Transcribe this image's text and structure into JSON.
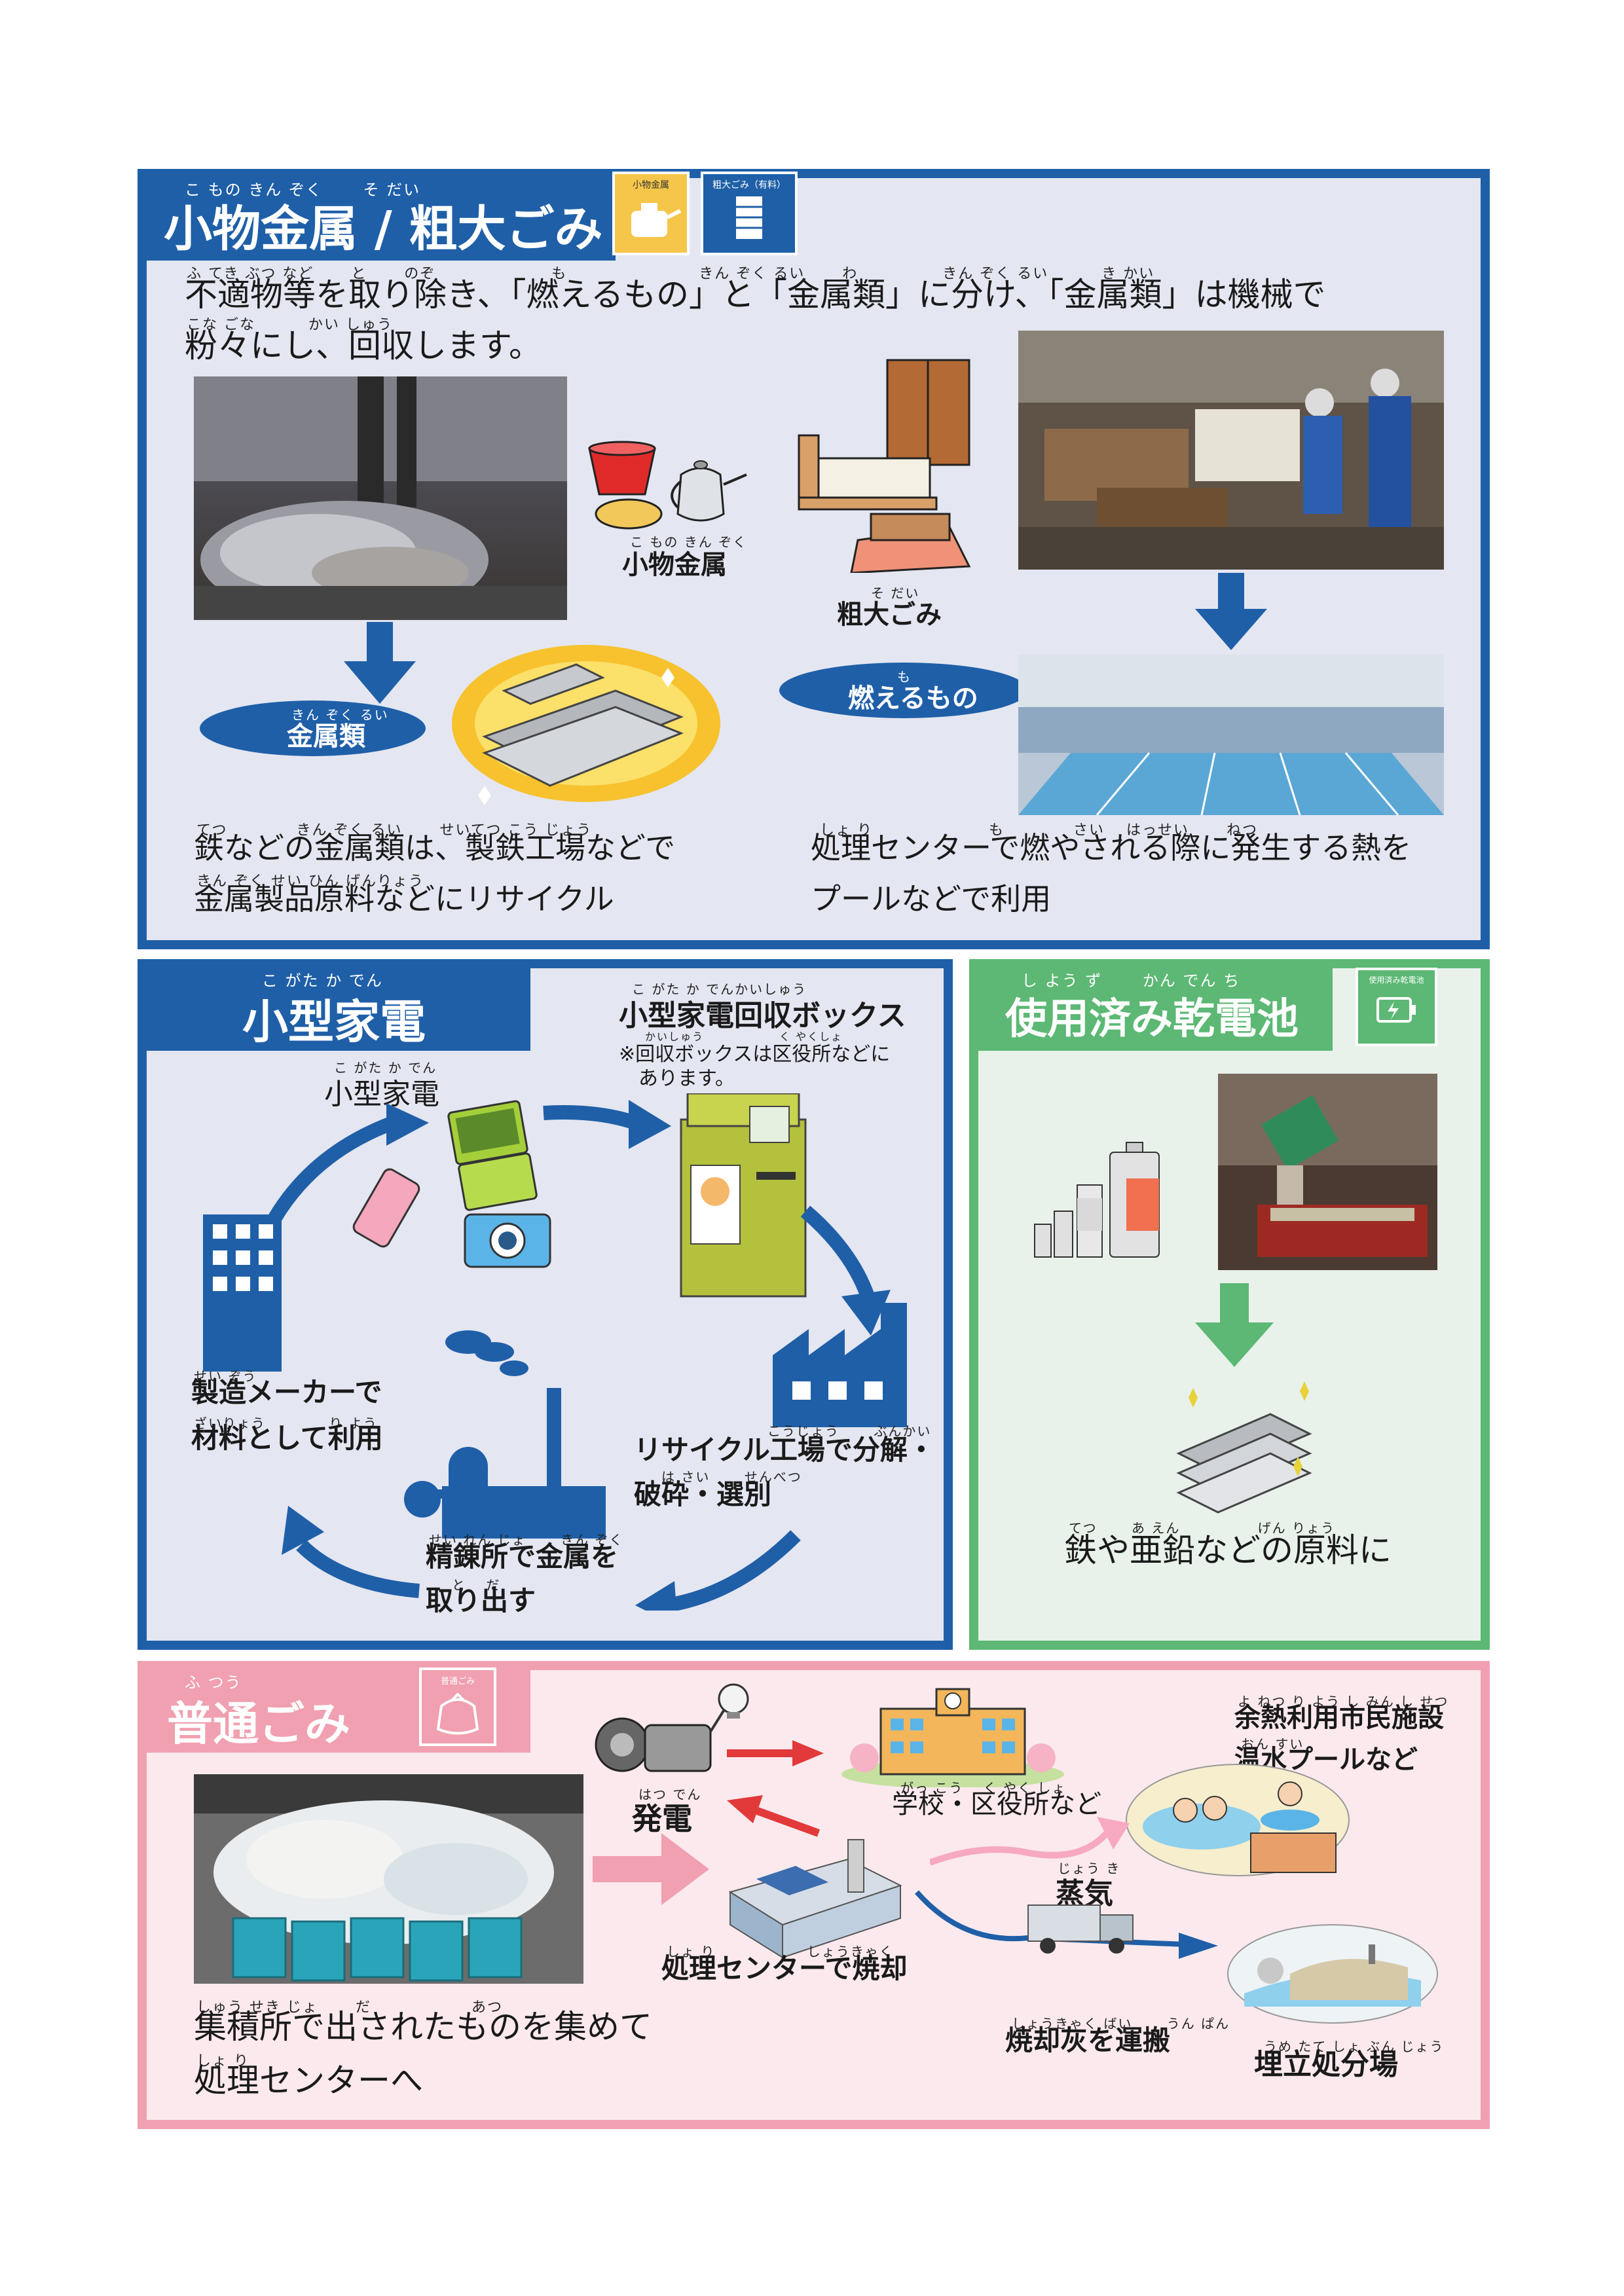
{
  "section1": {
    "title": "小物金属 / 粗大ごみ",
    "title_ruby": "こ もの きん ぞく　　 そ だい",
    "intro_ruby1": "ふ てき ぶつ など　　 と　　 のぞ　　　　　　　 も　　　　　　　　 きん ぞく るい　　 わ　　　　　 きん ぞく るい　　　 き かい",
    "intro_line1": "不適物等を取り除き、「燃えるもの」と「金属類」に分け、「金属類」は機械で",
    "intro_ruby2": "こな ごな　　　 かい しゅう",
    "intro_line2": "粉々にし、回収します。",
    "badge_small_metal": "小物金属",
    "badge_bulky": "粗大ごみ（有料）",
    "small_metal_label": "小物金属",
    "small_metal_ruby": "こ もの きん ぞく",
    "bulky_label": "粗大ごみ",
    "bulky_ruby": "そ だい",
    "metals_ellipse": "金属類",
    "metals_ruby": "きん ぞく るい",
    "burnables_ellipse": "燃えるもの",
    "burnables_ruby": "も",
    "left_ruby1": "てつ　　　　 きん ぞく るい　　 せいてつ こう じょう",
    "left_line1": "鉄などの金属類は、製鉄工場などで",
    "left_ruby2": "きん ぞく せい ひん げんりょう",
    "left_line2": "金属製品原料などにリサイクル",
    "right_ruby1": "しょ り　　　　　　　 も　　　　 さい　 はっせい　　 ねつ",
    "right_line1": "処理センターで燃やされる際に発生する熱を",
    "right_line2": "プールなどで利用"
  },
  "section2": {
    "title": "小型家電",
    "title_ruby": "こ がた か でん",
    "box_title": "小型家電回収ボックス",
    "box_ruby": "こ がた か でんかいしゅう",
    "box_note_ruby": "かいしゅう　　　　　　 く やくしょ",
    "box_note1": "※回収ボックスは区役所などに",
    "box_note2": "あります。",
    "appliance_label": "小型家電",
    "appliance_ruby": "こ がた か でん",
    "maker_ruby1": "せい ぞう",
    "maker_line1": "製造メーカーで",
    "maker_ruby2": "ざいりょう　　　　 り よう",
    "maker_line2": "材料として利用",
    "factory_ruby1": "こうじょう　　 ぶんかい",
    "factory_line1": "リサイクル工場で分解・",
    "factory_ruby2": "は さい　　 せんべつ",
    "factory_line2": "破砕・選別",
    "refinery_ruby1": "せい れん じょ　　 きん ぞく",
    "refinery_line1": "精錬所で金属を",
    "refinery_ruby2": "と　 だ",
    "refinery_line2": "取り出す"
  },
  "section3": {
    "title": "使用済み乾電池",
    "title_ruby": "し よう ず　　 かん でん ち",
    "badge_label": "使用済み乾電池",
    "result_ruby": "てつ　　 あ えん　　　　　 げん りょう",
    "result_text": "鉄や亜鉛などの原料に"
  },
  "section4": {
    "title": "普通ごみ",
    "title_ruby": "ふ つう",
    "badge_label": "普通ごみ",
    "power_label": "発電",
    "power_ruby": "はつ でん",
    "school_ruby": "がっ こう　 く やく しょ",
    "school_label": "学校・区役所など",
    "facility_ruby1": "よ ねつ り よう し みん し せつ",
    "facility_line1": "余熱利用市民施設",
    "facility_ruby2": "おん すい",
    "facility_line2": "温水プールなど",
    "steam_ruby": "じょう き",
    "steam_label": "蒸気",
    "incinerate_ruby": "しょ り　　　　　　 しょうきゃく",
    "incinerate_label": "処理センターで焼却",
    "ash_ruby": "しょうきゃく ばい　　 うん ぱん",
    "ash_label": "焼却灰を運搬",
    "landfill_ruby": "うめ たて しょ ぶん じょう",
    "landfill_label": "埋立処分場",
    "collect_ruby1": "しゅう せき じょ　　 だ　　　　　　 あつ",
    "collect_line1": "集積所で出されたものを集めて",
    "collect_ruby2": "しょ り",
    "collect_line2": "処理センターへ"
  },
  "colors": {
    "blue": "#1f5fa8",
    "blue_panel_bg": "#e4e6f1",
    "green": "#5cb874",
    "green_panel_bg": "#e8f1ea",
    "pink": "#f0a0b0",
    "pink_panel_bg": "#fbe9ed"
  }
}
